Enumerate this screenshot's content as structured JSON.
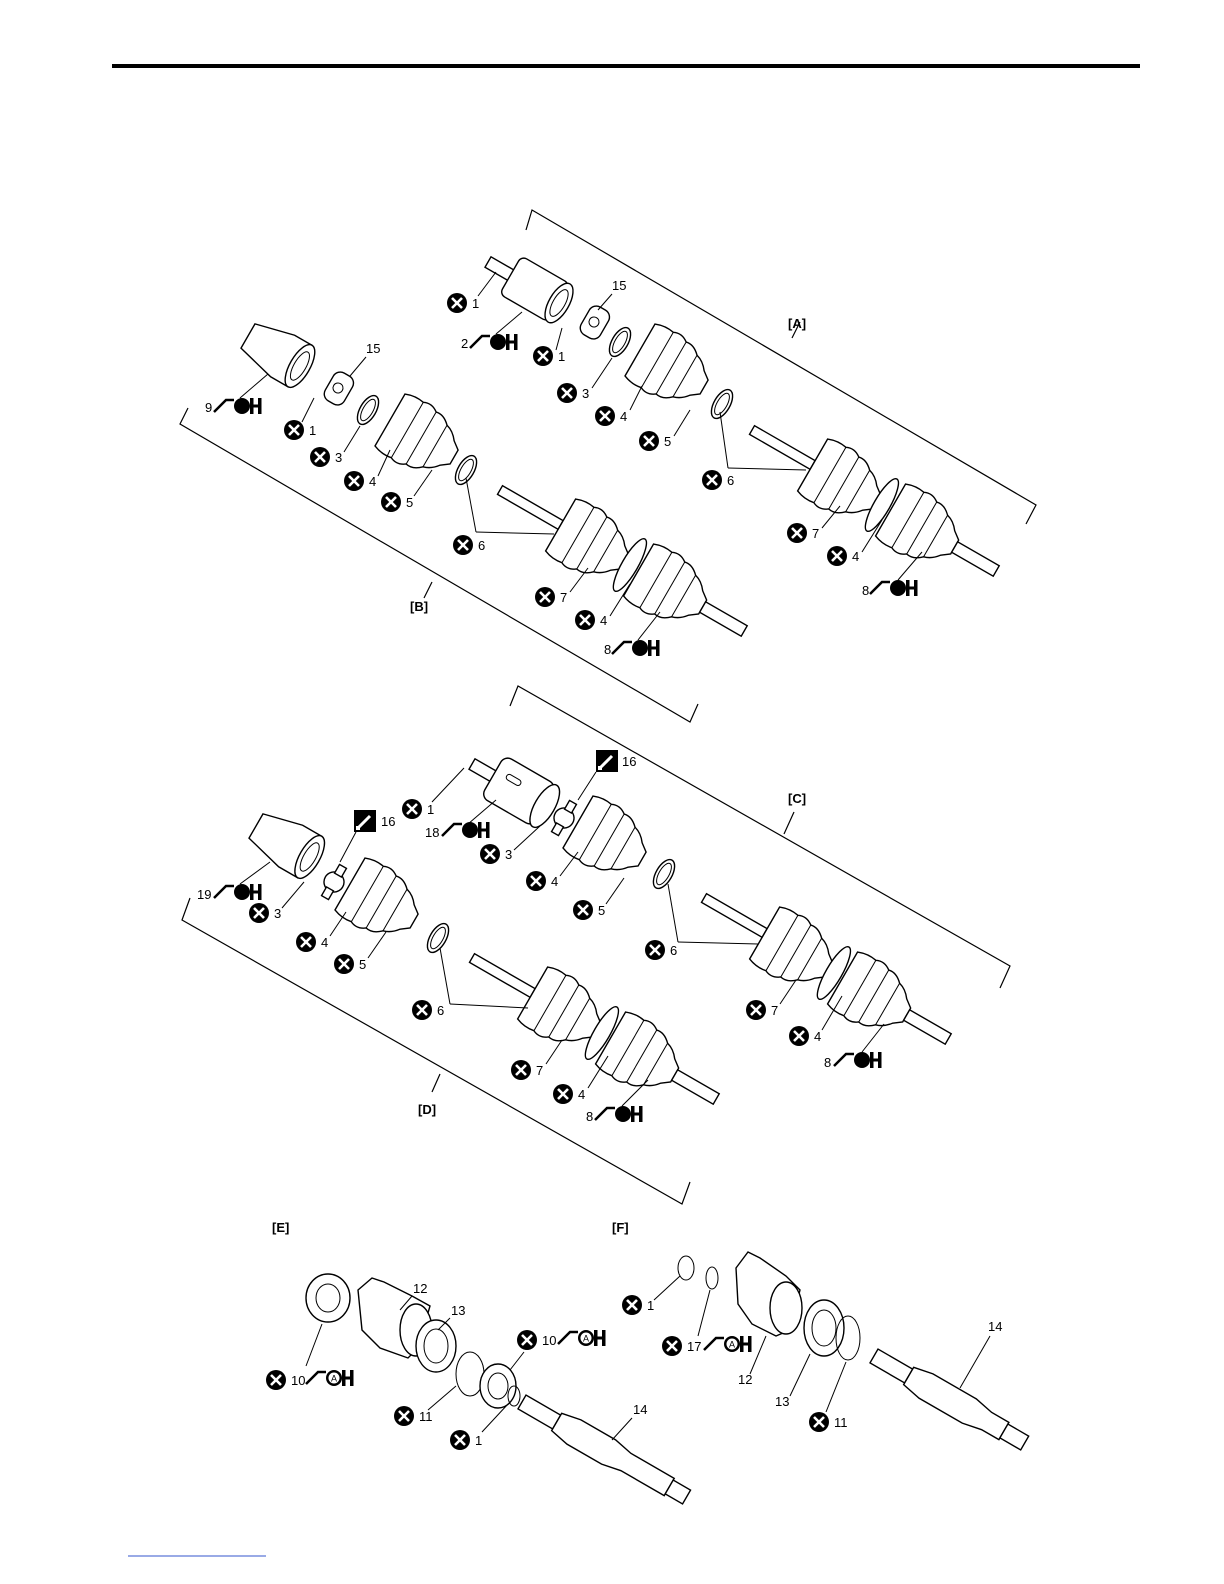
{
  "groups": {
    "A": "[A]",
    "B": "[B]",
    "C": "[C]",
    "D": "[D]",
    "E": "[E]",
    "F": "[F]"
  },
  "labels": {
    "a_15": "15",
    "a_1a": "1",
    "a_2": "2",
    "a_1b": "1",
    "a_3": "3",
    "a_4a": "4",
    "a_5": "5",
    "a_6": "6",
    "a_7": "7",
    "a_4b": "4",
    "a_8": "8",
    "b_15": "15",
    "b_9": "9",
    "b_1": "1",
    "b_3": "3",
    "b_4a": "4",
    "b_5": "5",
    "b_6": "6",
    "b_7": "7",
    "b_4b": "4",
    "b_8": "8",
    "c_16": "16",
    "c_1": "1",
    "c_18": "18",
    "c_3": "3",
    "c_4a": "4",
    "c_5": "5",
    "c_6": "6",
    "c_7": "7",
    "c_4b": "4",
    "c_8": "8",
    "d_16": "16",
    "d_19": "19",
    "d_3": "3",
    "d_4a": "4",
    "d_5": "5",
    "d_6": "6",
    "d_7": "7",
    "d_4b": "4",
    "d_8": "8",
    "e_12": "12",
    "e_13": "13",
    "e_10a": "10",
    "e_10b": "10",
    "e_11": "11",
    "e_1": "1",
    "e_14": "14",
    "f_1": "1",
    "f_17": "17",
    "f_12": "12",
    "f_13": "13",
    "f_11": "11",
    "f_14": "14"
  },
  "symbols": {
    "do_not_reuse": "x-circle-icon",
    "grease": "grease-gun-icon",
    "grease_a": "grease-gun-a-icon",
    "sealant": "sealant-icon",
    "grease_a_letter": "A"
  },
  "colors": {
    "line": "#000000",
    "background": "#ffffff",
    "footer_link": "#3355cc"
  }
}
